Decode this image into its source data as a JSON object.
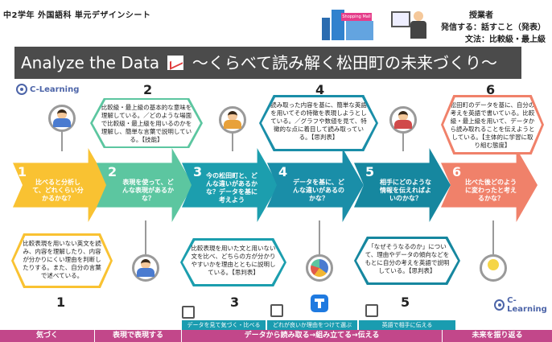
{
  "header": {
    "course": "中2学年 外国語科 単元デザインシート",
    "right_title": "授業者",
    "right_line1": "発信する：話すこと（発表）",
    "right_line2": "文法：比較級・最上級",
    "shopping_sign": "Shopping Mall"
  },
  "title": {
    "main": "Analyze the Data",
    "sub": "〜くらべて読み解く松田町の未来づくり〜",
    "dots": "・ ・ ・ ・"
  },
  "logos": {
    "brand": "C-Learning"
  },
  "steps": [
    {
      "num": "1",
      "arrow_text": "比べると分析して、どれくらい分かるかな？",
      "box_text": "比較表現を用いない英文を読み、内容を理解したり、内容が分かりにくい理由を判断したりする。また、自分の言葉で述べている。",
      "color": "#f9c232"
    },
    {
      "num": "2",
      "arrow_text": "表現を使って、どんな表現があるかな？",
      "box_text": "比較級・最上級の基本的な意味を理解している。／どのような場面で比較級・最上級を用いるのかを理解し、簡単な言葉で説明している。【技能】",
      "color": "#5cc6a0"
    },
    {
      "num": "3",
      "arrow_text": "今の松田町と、どんな違いがあるかな？データを基に考えよう",
      "box_text": "比較表現を用いた文と用いない文を比べ、どちらの方が分かりやすいかを理由とともに説明している。【思判表】",
      "color": "#1c9eae"
    },
    {
      "num": "4",
      "arrow_text": "データを基に、どんな違いがあるのかな？",
      "box_text": "読み取った内容を基に、簡単な英語を用いてその特徴を表現しようとしている。／グラフや数値を見て、特徴的な点に着目して読み取っている。【思判表】",
      "color": "#1a8ea8"
    },
    {
      "num": "5",
      "arrow_text": "相手にどのような情報を伝えればよいのかな？",
      "box_text": "「なぜそうなるのか」について、理由やデータの傾向などをもとに自分の考えを英語で説明している。【思判表】",
      "color": "#16879f"
    },
    {
      "num": "6",
      "arrow_text": "比べた後どのように変わったと考えるかな？",
      "box_text": "松田町のデータを基に、自分の考えを英語で書いている。比較級・最上級を用いて、データから読み取れることを伝えようとしている。【主体的に学習に取り組む態度】",
      "color": "#f0816a"
    }
  ],
  "step_labels": [
    "データを見て気づく・比べる",
    "どれが良いか理由をつけて選ぶ",
    "英語で相手に伝える"
  ],
  "bottom_bar": [
    "気づく",
    "表現で表現する",
    "データから読み取る→組み立てる→伝える",
    "未来を振り返る"
  ]
}
